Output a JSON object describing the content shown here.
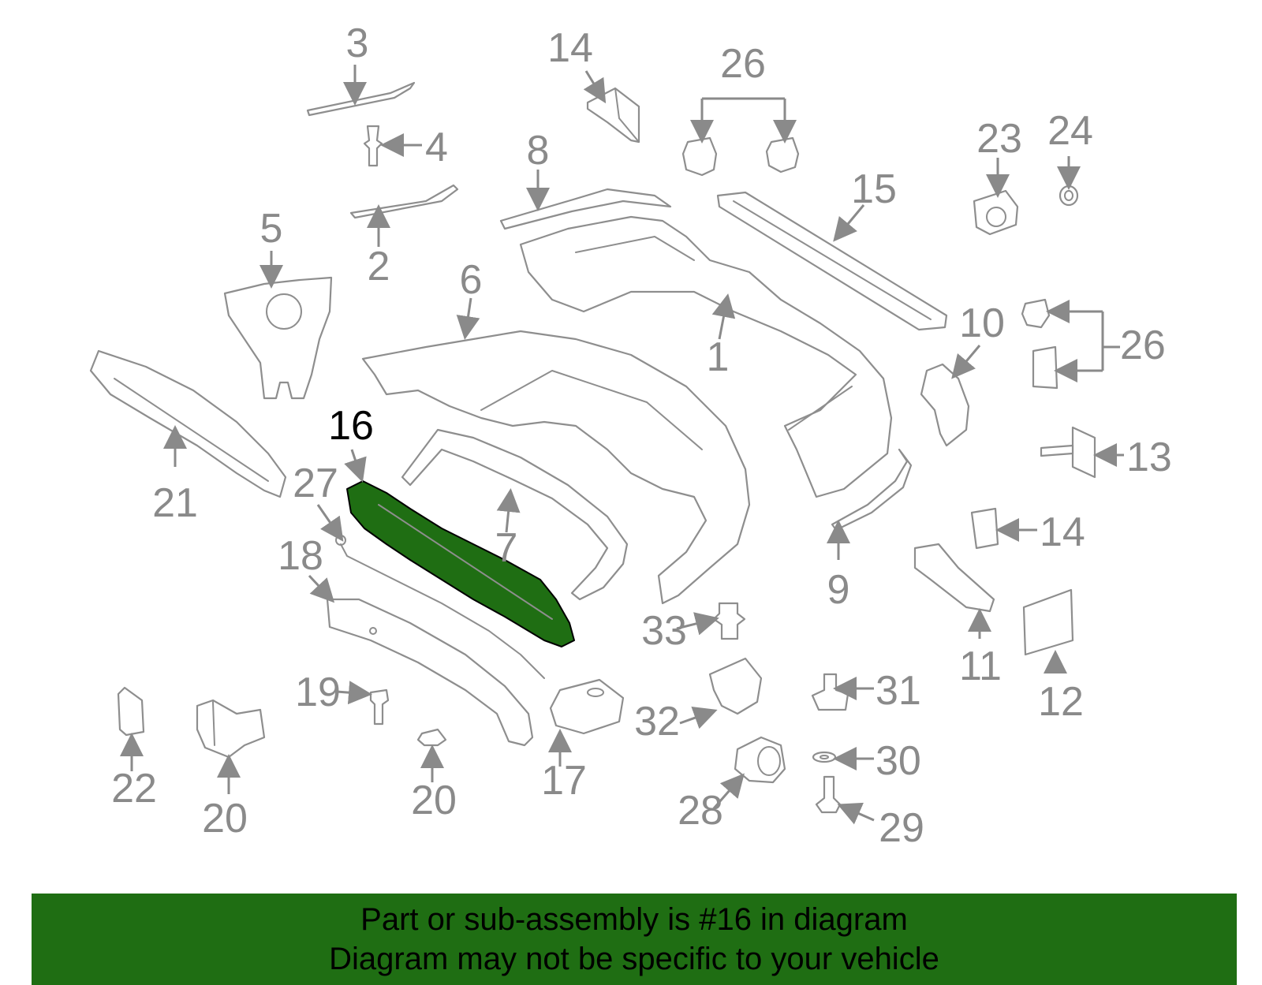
{
  "diagram": {
    "highlighted_part": "16",
    "highlight_color": "#1f6e13",
    "line_color": "#8e8e8e",
    "labels": [
      "1",
      "2",
      "3",
      "4",
      "5",
      "6",
      "7",
      "8",
      "9",
      "10",
      "11",
      "12",
      "13",
      "14",
      "14",
      "15",
      "16",
      "17",
      "18",
      "19",
      "20",
      "21",
      "22",
      "23",
      "24",
      "25",
      "26",
      "26",
      "27",
      "28",
      "29",
      "30",
      "31",
      "32",
      "33"
    ]
  },
  "banner": {
    "line1": "Part or sub-assembly is #16 in diagram",
    "line2": "Diagram may not be specific to your vehicle",
    "background": "#1f6e13"
  }
}
